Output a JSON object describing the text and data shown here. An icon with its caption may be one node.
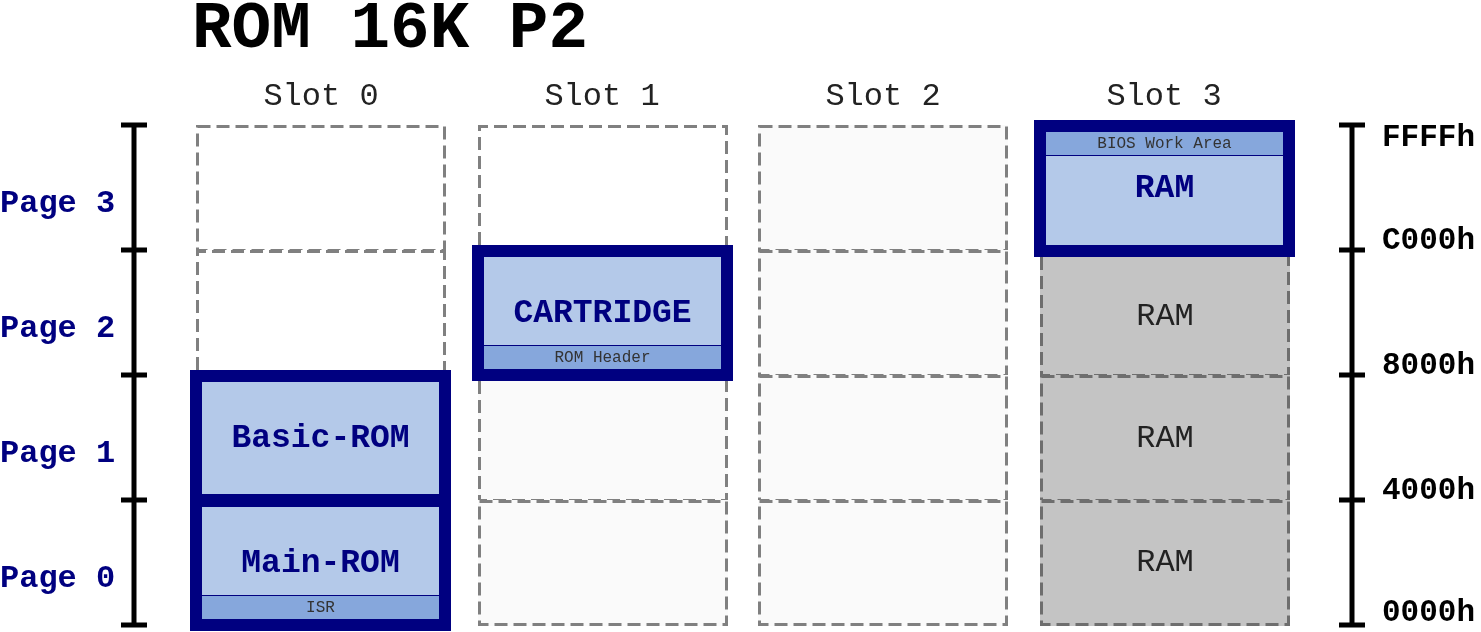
{
  "diagram": {
    "title": "ROM 16K P2",
    "nodes": [
      {
        "text": [],
        "shape": "box"
      },
      {
        "text": [],
        "shape": "box"
      },
      {
        "text": [],
        "shape": "box"
      },
      {
        "text": [
          "RAM"
        ]
      },
      {
        "text": [
          "BIOS Work Area"
        ],
        "in": 3
      },
      {
        "text": [],
        "shape": "box"
      },
      {
        "text": [
          "CARTRIDGE"
        ]
      },
      {
        "text": [
          "ROM Header"
        ],
        "in": 6
      },
      {
        "text": [],
        "shape": "box"
      },
      {
        "text": [
          "RAM"
        ]
      },
      {
        "text": [
          "Basic-ROM"
        ]
      },
      {
        "text": [],
        "shape": "box"
      },
      {
        "text": [],
        "shape": "box"
      },
      {
        "text": [
          "RAM"
        ]
      },
      {
        "text": [
          "Main-ROM"
        ]
      },
      {
        "text": [
          "ISR"
        ],
        "in": 14
      },
      {
        "text": [],
        "shape": "box"
      },
      {
        "text": [],
        "shape": "box"
      },
      {
        "text": [
          "RAM"
        ]
      }
    ],
    "labels": [
      "Slot 0",
      "Slot 1",
      "Slot 2",
      "Slot 3",
      "FFFFh",
      "Page 3",
      "C000h",
      "Page 2",
      "8000h",
      "Page 1",
      "4000h",
      "Page 0",
      "0000h"
    ]
  }
}
